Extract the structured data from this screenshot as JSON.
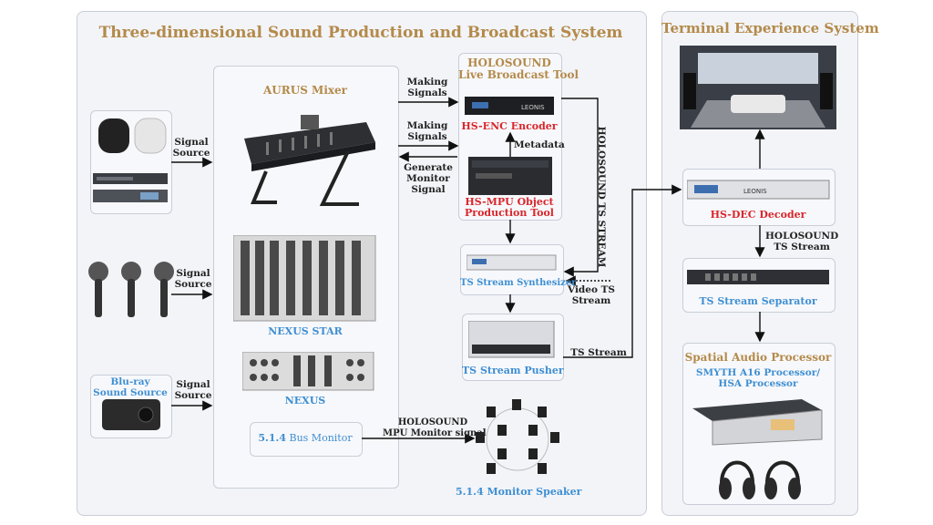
{
  "left_system": {
    "title": "Three-dimensional Sound Production and Broadcast System"
  },
  "right_system": {
    "title": "Terminal Experience System"
  },
  "mixer": {
    "title": "AURUS Mixer",
    "nexus_star": "NEXUS STAR",
    "nexus": "NEXUS",
    "bus_monitor_num": "5.1.4",
    "bus_monitor_text": "Bus Monitor"
  },
  "sources": {
    "signal_source_line1": "Signal",
    "signal_source_line2": "Source",
    "bluray_line1": "Blu-ray",
    "bluray_line2": "Sound Source"
  },
  "tool": {
    "title_line1": "HOLOSOUND",
    "title_line2": "Live Broadcast Tool",
    "encoder": "HS-ENC Encoder",
    "mpu_line1": "HS-MPU Object",
    "mpu_line2": "Production Tool",
    "encoder_brand": "LEONIS"
  },
  "arrows": {
    "making_line1": "Making",
    "making_line2": "Signals",
    "generate_line1": "Generate",
    "generate_line2": "Monitor",
    "generate_line3": "Signal",
    "metadata": "Metadata",
    "ts_vertical": "HOLOSOUND TS STREAM",
    "video_line1": "Video TS",
    "video_line2": "Stream",
    "ts_stream": "TS Stream",
    "mpu_monitor_line1": "HOLOSOUND",
    "mpu_monitor_line2": "MPU Monitor signal",
    "holosound_line1": "HOLOSOUND",
    "holosound_line2": "TS Stream"
  },
  "synth": {
    "label": "TS Stream Synthesizer"
  },
  "pusher": {
    "label": "TS Stream Pusher"
  },
  "speaker": {
    "label": "5.1.4 Monitor Speaker"
  },
  "decoder": {
    "label": "HS-DEC Decoder",
    "brand": "LEONIS"
  },
  "separator": {
    "label": "TS Stream Separator"
  },
  "spatial": {
    "title": "Spatial Audio Processor",
    "sub_line1": "SMYTH A16 Processor/",
    "sub_line2": "HSA Processor"
  }
}
